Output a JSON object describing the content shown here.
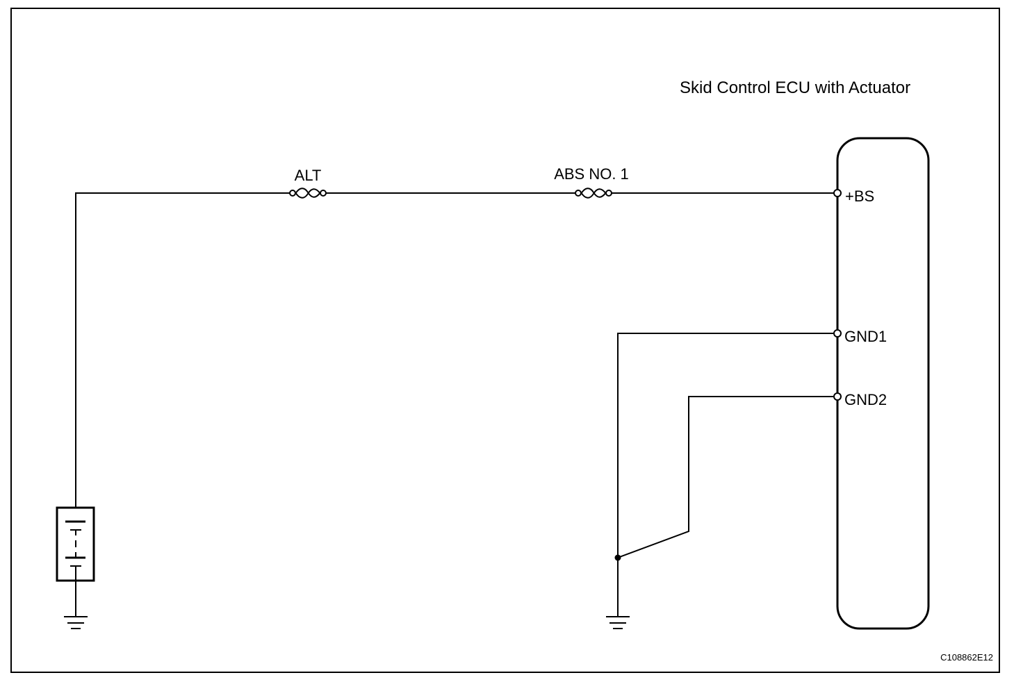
{
  "ecu": {
    "title": "Skid Control ECU with Actuator",
    "terminals": [
      "+BS",
      "GND1",
      "GND2"
    ]
  },
  "fuses": [
    "ALT",
    "ABS NO. 1"
  ],
  "components": {
    "battery": "battery-icon",
    "grounds": [
      "ground-icon",
      "ground-icon"
    ]
  },
  "figure_code": "C108862E12"
}
